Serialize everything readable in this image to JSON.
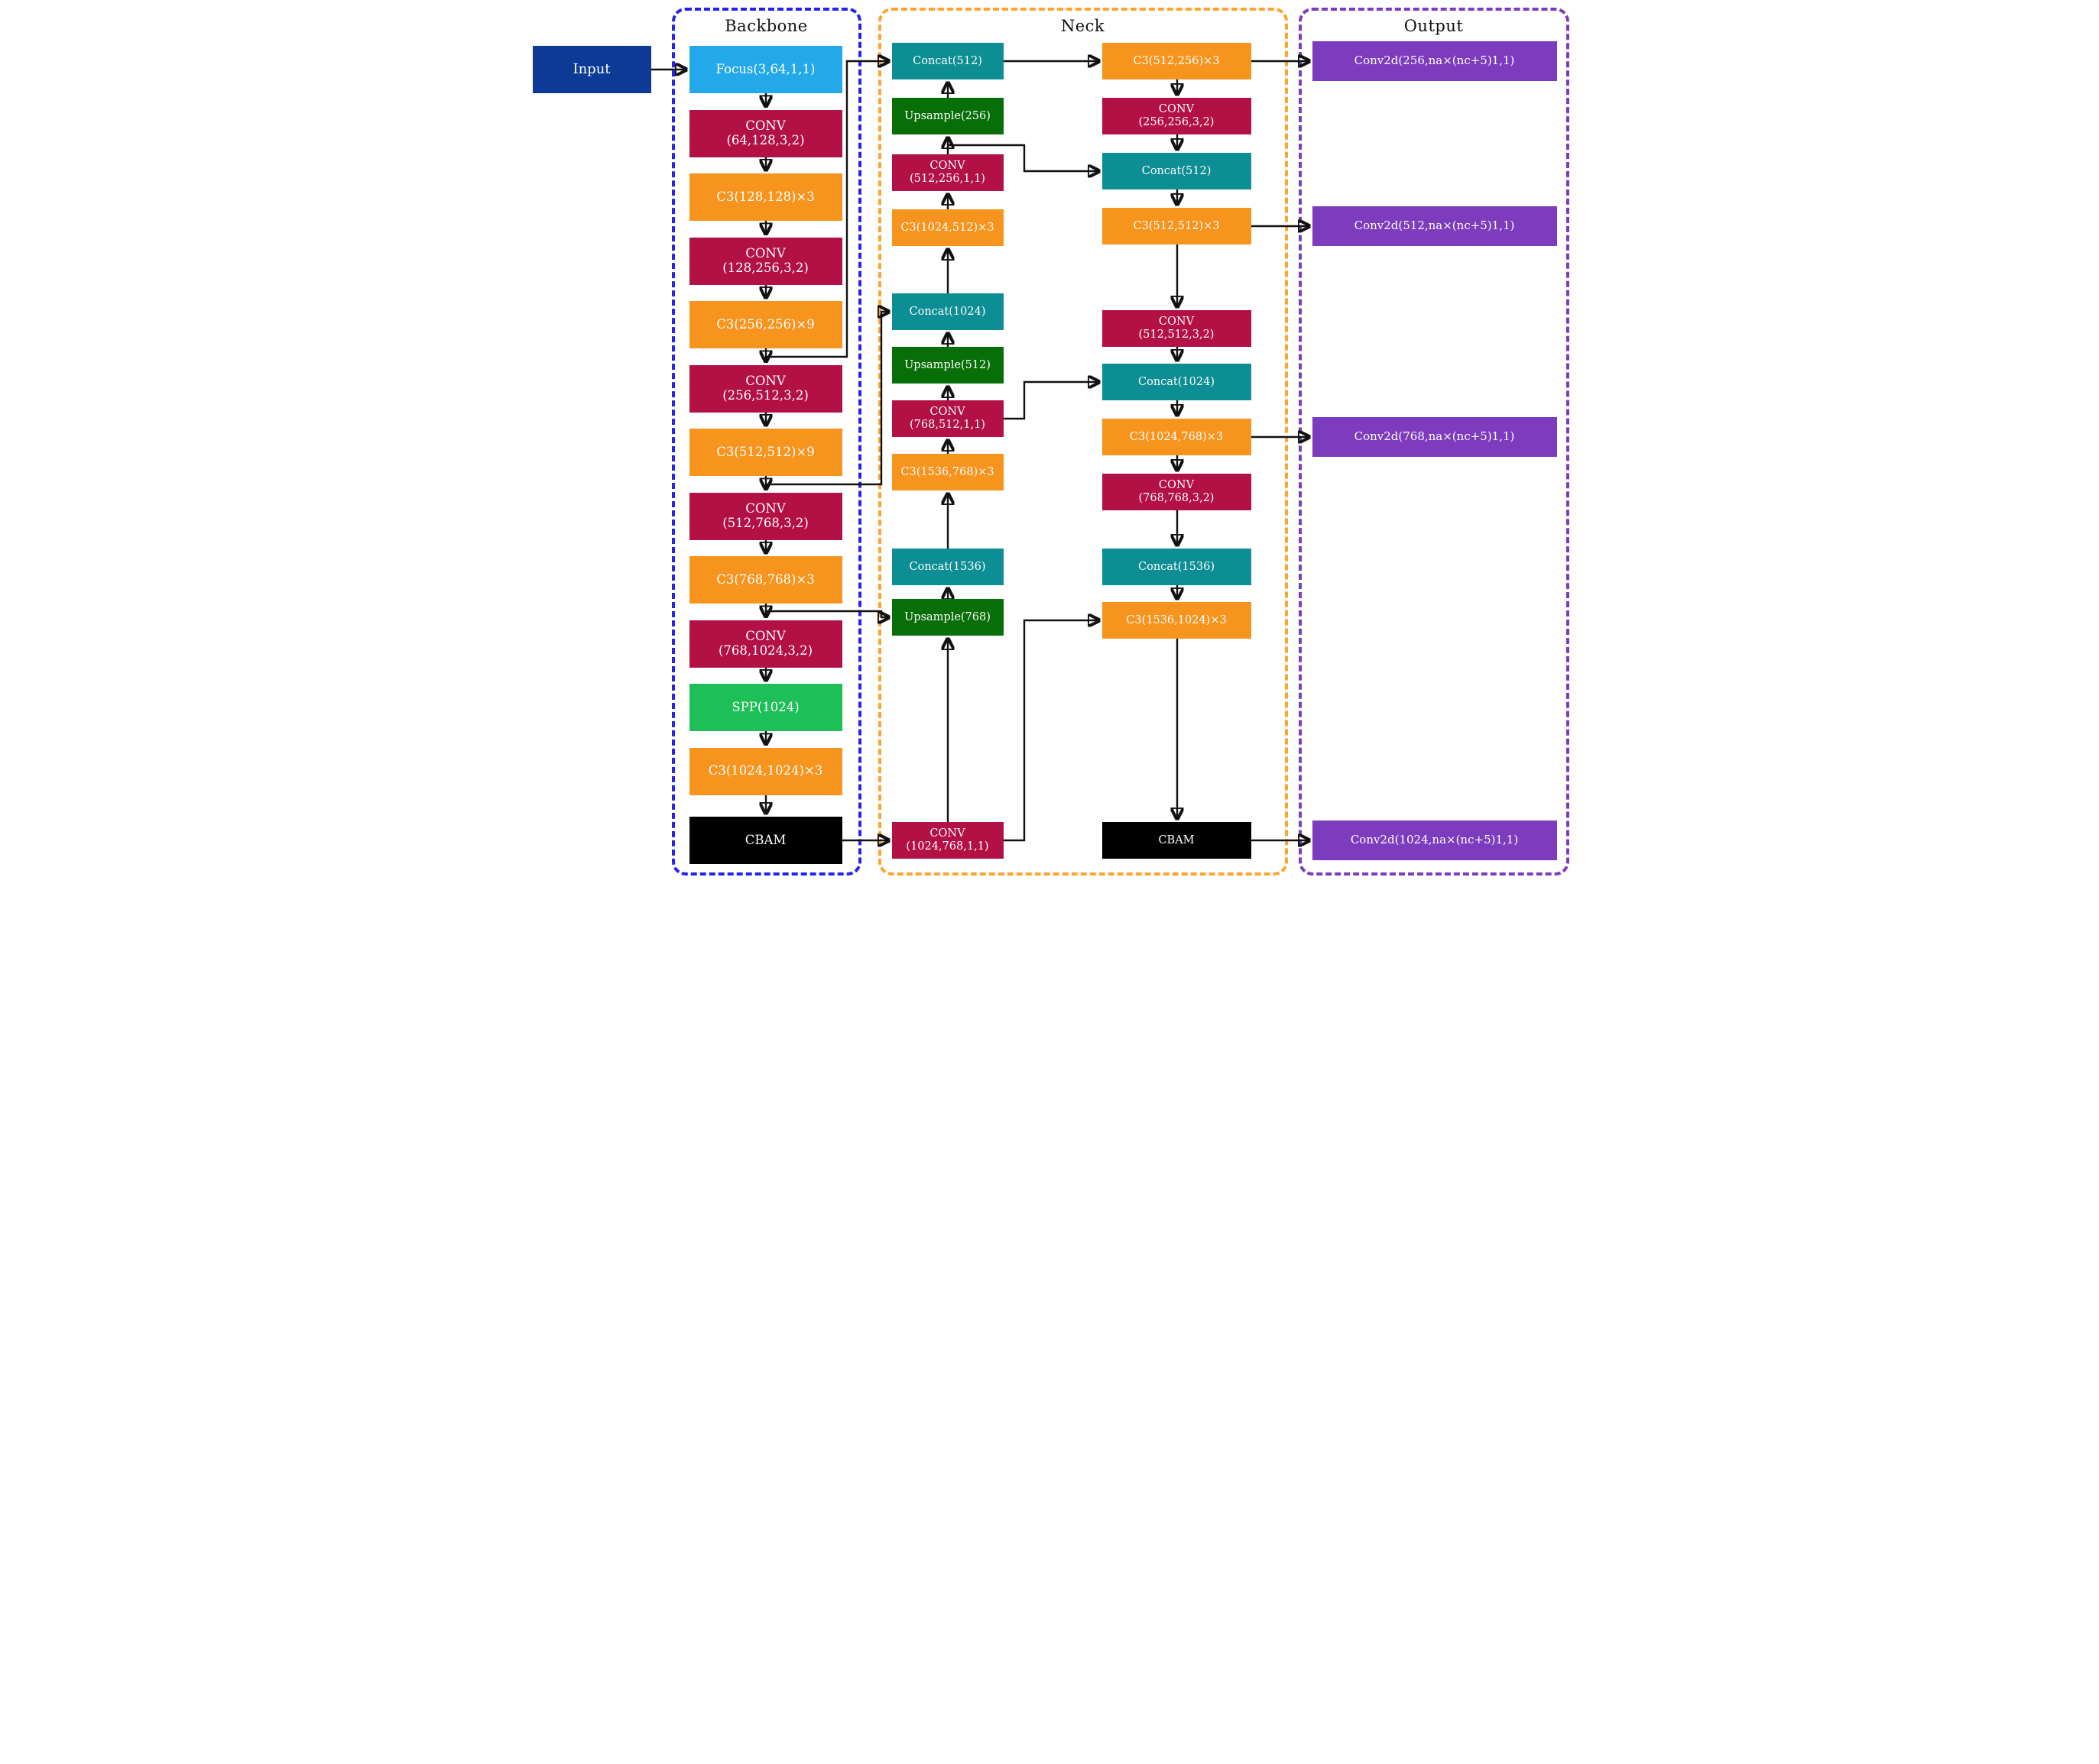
{
  "title": "YOLO-CBAM network architecture diagram",
  "groups": {
    "backbone": {
      "title": "Backbone"
    },
    "neck": {
      "title": "Neck"
    },
    "output": {
      "title": "Output"
    }
  },
  "colors": {
    "input": "#0d3a97",
    "focus": "#23a9e9",
    "conv": "#b31045",
    "c3": "#f7941e",
    "spp": "#1dbf57",
    "concat": "#0c8e94",
    "upsample": "#076e08",
    "cbam": "#000000",
    "conv2d": "#7d3cbe",
    "backbone_border": "#2323f0",
    "neck_border": "#ffa42e",
    "output_border": "#7d3cbe",
    "arrow": "#111111"
  },
  "nodes": {
    "input": {
      "l1": "Input"
    },
    "backbone": [
      {
        "l1": "Focus(3,64,1,1)"
      },
      {
        "l1": "CONV",
        "l2": "(64,128,3,2)"
      },
      {
        "l1": "C3(128,128)×3"
      },
      {
        "l1": "CONV",
        "l2": "(128,256,3,2)"
      },
      {
        "l1": "C3(256,256)×9"
      },
      {
        "l1": "CONV",
        "l2": "(256,512,3,2)"
      },
      {
        "l1": "C3(512,512)×9"
      },
      {
        "l1": "CONV",
        "l2": "(512,768,3,2)"
      },
      {
        "l1": "C3(768,768)×3"
      },
      {
        "l1": "CONV",
        "l2": "(768,1024,3,2)"
      },
      {
        "l1": "SPP(1024)"
      },
      {
        "l1": "C3(1024,1024)×3"
      },
      {
        "l1": "CBAM"
      }
    ],
    "neck_left": [
      {
        "l1": "Concat(512)"
      },
      {
        "l1": "Upsample(256)"
      },
      {
        "l1": "CONV",
        "l2": "(512,256,1,1)"
      },
      {
        "l1": "C3(1024,512)×3"
      },
      {
        "l1": "Concat(1024)"
      },
      {
        "l1": "Upsample(512)"
      },
      {
        "l1": "CONV",
        "l2": "(768,512,1,1)"
      },
      {
        "l1": "C3(1536,768)×3"
      },
      {
        "l1": "Concat(1536)"
      },
      {
        "l1": "Upsample(768)"
      },
      {
        "l1": "CONV",
        "l2": "(1024,768,1,1)"
      }
    ],
    "neck_right": [
      {
        "l1": "C3(512,256)×3"
      },
      {
        "l1": "CONV",
        "l2": "(256,256,3,2)"
      },
      {
        "l1": "Concat(512)"
      },
      {
        "l1": "C3(512,512)×3"
      },
      {
        "l1": "CONV",
        "l2": "(512,512,3,2)"
      },
      {
        "l1": "Concat(1024)"
      },
      {
        "l1": "C3(1024,768)×3"
      },
      {
        "l1": "CONV",
        "l2": "(768,768,3,2)"
      },
      {
        "l1": "Concat(1536)"
      },
      {
        "l1": "C3(1536,1024)×3"
      },
      {
        "l1": "CBAM"
      }
    ],
    "output": [
      {
        "l1": "Conv2d(256,na×(nc+5)1,1)"
      },
      {
        "l1": "Conv2d(512,na×(nc+5)1,1)"
      },
      {
        "l1": "Conv2d(768,na×(nc+5)1,1)"
      },
      {
        "l1": "Conv2d(1024,na×(nc+5)1,1)"
      }
    ]
  }
}
